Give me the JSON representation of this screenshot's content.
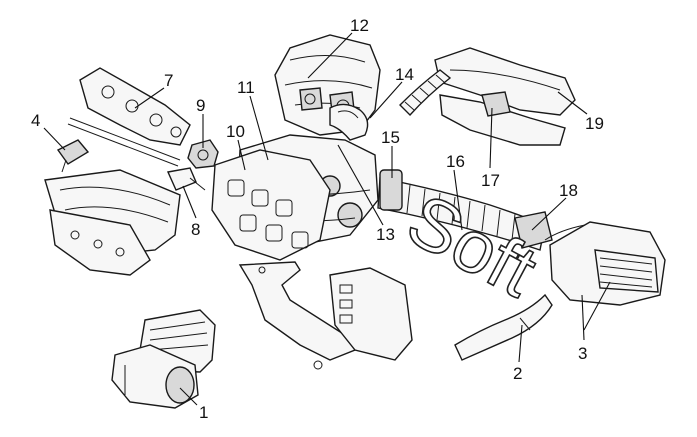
{
  "callouts": [
    {
      "id": "1",
      "label": "1"
    },
    {
      "id": "2",
      "label": "2"
    },
    {
      "id": "3",
      "label": "3"
    },
    {
      "id": "4",
      "label": "4"
    },
    {
      "id": "7",
      "label": "7"
    },
    {
      "id": "8",
      "label": "8"
    },
    {
      "id": "9",
      "label": "9"
    },
    {
      "id": "10",
      "label": "10"
    },
    {
      "id": "11",
      "label": "11"
    },
    {
      "id": "12",
      "label": "12"
    },
    {
      "id": "13",
      "label": "13"
    },
    {
      "id": "14",
      "label": "14"
    },
    {
      "id": "15",
      "label": "15"
    },
    {
      "id": "16",
      "label": "16"
    },
    {
      "id": "17",
      "label": "17"
    },
    {
      "id": "18",
      "label": "18"
    },
    {
      "id": "19",
      "label": "19"
    }
  ],
  "watermark": {
    "text": "Soft"
  }
}
